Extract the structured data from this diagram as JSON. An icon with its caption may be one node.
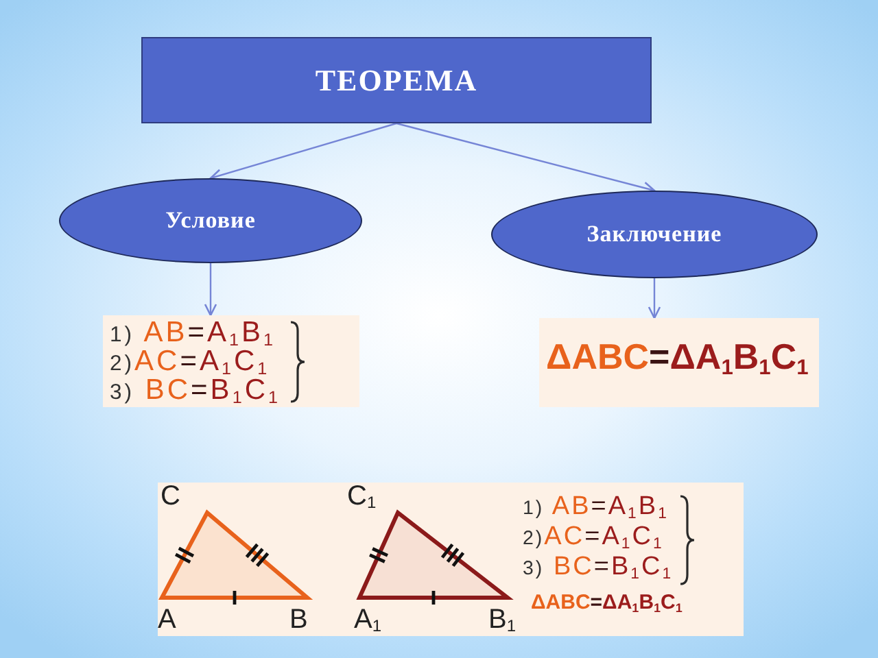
{
  "diagram": {
    "nodes": [
      {
        "text": [
          "ТЕОРЕМА"
        ]
      },
      {
        "text": [
          "Условие"
        ]
      },
      {
        "text": [
          "Заключение"
        ]
      },
      {
        "text": [
          "1) AB=A$_{1}$B$_{1}$",
          "2)AC=A$_{1}$C$_{1}$",
          "3) BC=B$_{1}$C$_{1}$"
        ]
      },
      {
        "text": [
          "ΔABC=ΔA$_{1}$B$_{1}$C$_{1}$"
        ]
      },
      {
        "text": [
          "C",
          "A",
          "B",
          "C$_{1}$",
          "A$_{1}$",
          "B$_{1}$",
          "1) AB=A$_{1}$B$_{1}$",
          "2)AC=A$_{1}$C$_{1}$",
          "3) BC=B$_{1}$C$_{1}$",
          "ΔABC=ΔA$_{1}$B$_{1}$C$_{1}$"
        ]
      }
    ],
    "edges": [
      {
        "from": 0,
        "to": 1,
        "arrow": "to"
      },
      {
        "from": 0,
        "to": 2,
        "arrow": "to"
      },
      {
        "from": 1,
        "to": 3,
        "arrow": "to"
      },
      {
        "from": 2,
        "to": 4,
        "arrow": "to"
      }
    ]
  }
}
